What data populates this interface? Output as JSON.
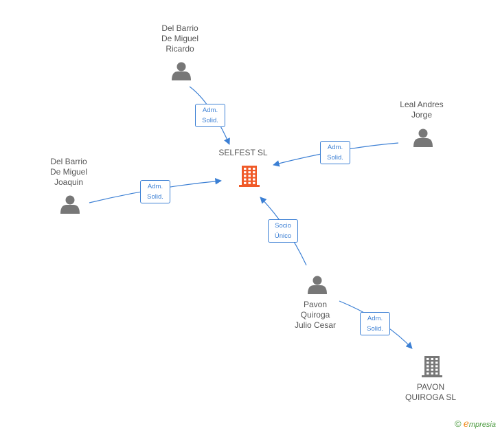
{
  "colors": {
    "edge": "#3b7fd4",
    "person": "#777777",
    "company_main": "#f05a28",
    "company": "#777777",
    "text": "#555555"
  },
  "nodes": [
    {
      "id": "selfest",
      "type": "company-main",
      "icon": "building-icon",
      "label": [
        "SELFEST SL"
      ]
    },
    {
      "id": "ricardo",
      "type": "person",
      "icon": "person-icon",
      "label": [
        "Del Barrio",
        "De Miguel",
        "Ricardo"
      ]
    },
    {
      "id": "jorge",
      "type": "person",
      "icon": "person-icon",
      "label": [
        "Leal Andres",
        "Jorge"
      ]
    },
    {
      "id": "joaquin",
      "type": "person",
      "icon": "person-icon",
      "label": [
        "Del Barrio",
        "De Miguel",
        "Joaquin"
      ]
    },
    {
      "id": "julio",
      "type": "person",
      "icon": "person-icon",
      "label": [
        "Pavon",
        "Quiroga",
        "Julio Cesar"
      ]
    },
    {
      "id": "pavon_sl",
      "type": "company",
      "icon": "building-icon",
      "label": [
        "PAVON",
        "QUIROGA SL"
      ]
    }
  ],
  "edges": [
    {
      "from": "ricardo",
      "to": "selfest",
      "label": [
        "Adm.",
        "Solid."
      ]
    },
    {
      "from": "jorge",
      "to": "selfest",
      "label": [
        "Adm.",
        "Solid."
      ]
    },
    {
      "from": "joaquin",
      "to": "selfest",
      "label": [
        "Adm.",
        "Solid."
      ]
    },
    {
      "from": "julio",
      "to": "selfest",
      "label": [
        "Socio",
        "Único"
      ]
    },
    {
      "from": "julio",
      "to": "pavon_sl",
      "label": [
        "Adm.",
        "Solid."
      ]
    }
  ],
  "footer": {
    "copyright": "©",
    "brand_initial": "e",
    "brand_rest": "mpresia"
  }
}
